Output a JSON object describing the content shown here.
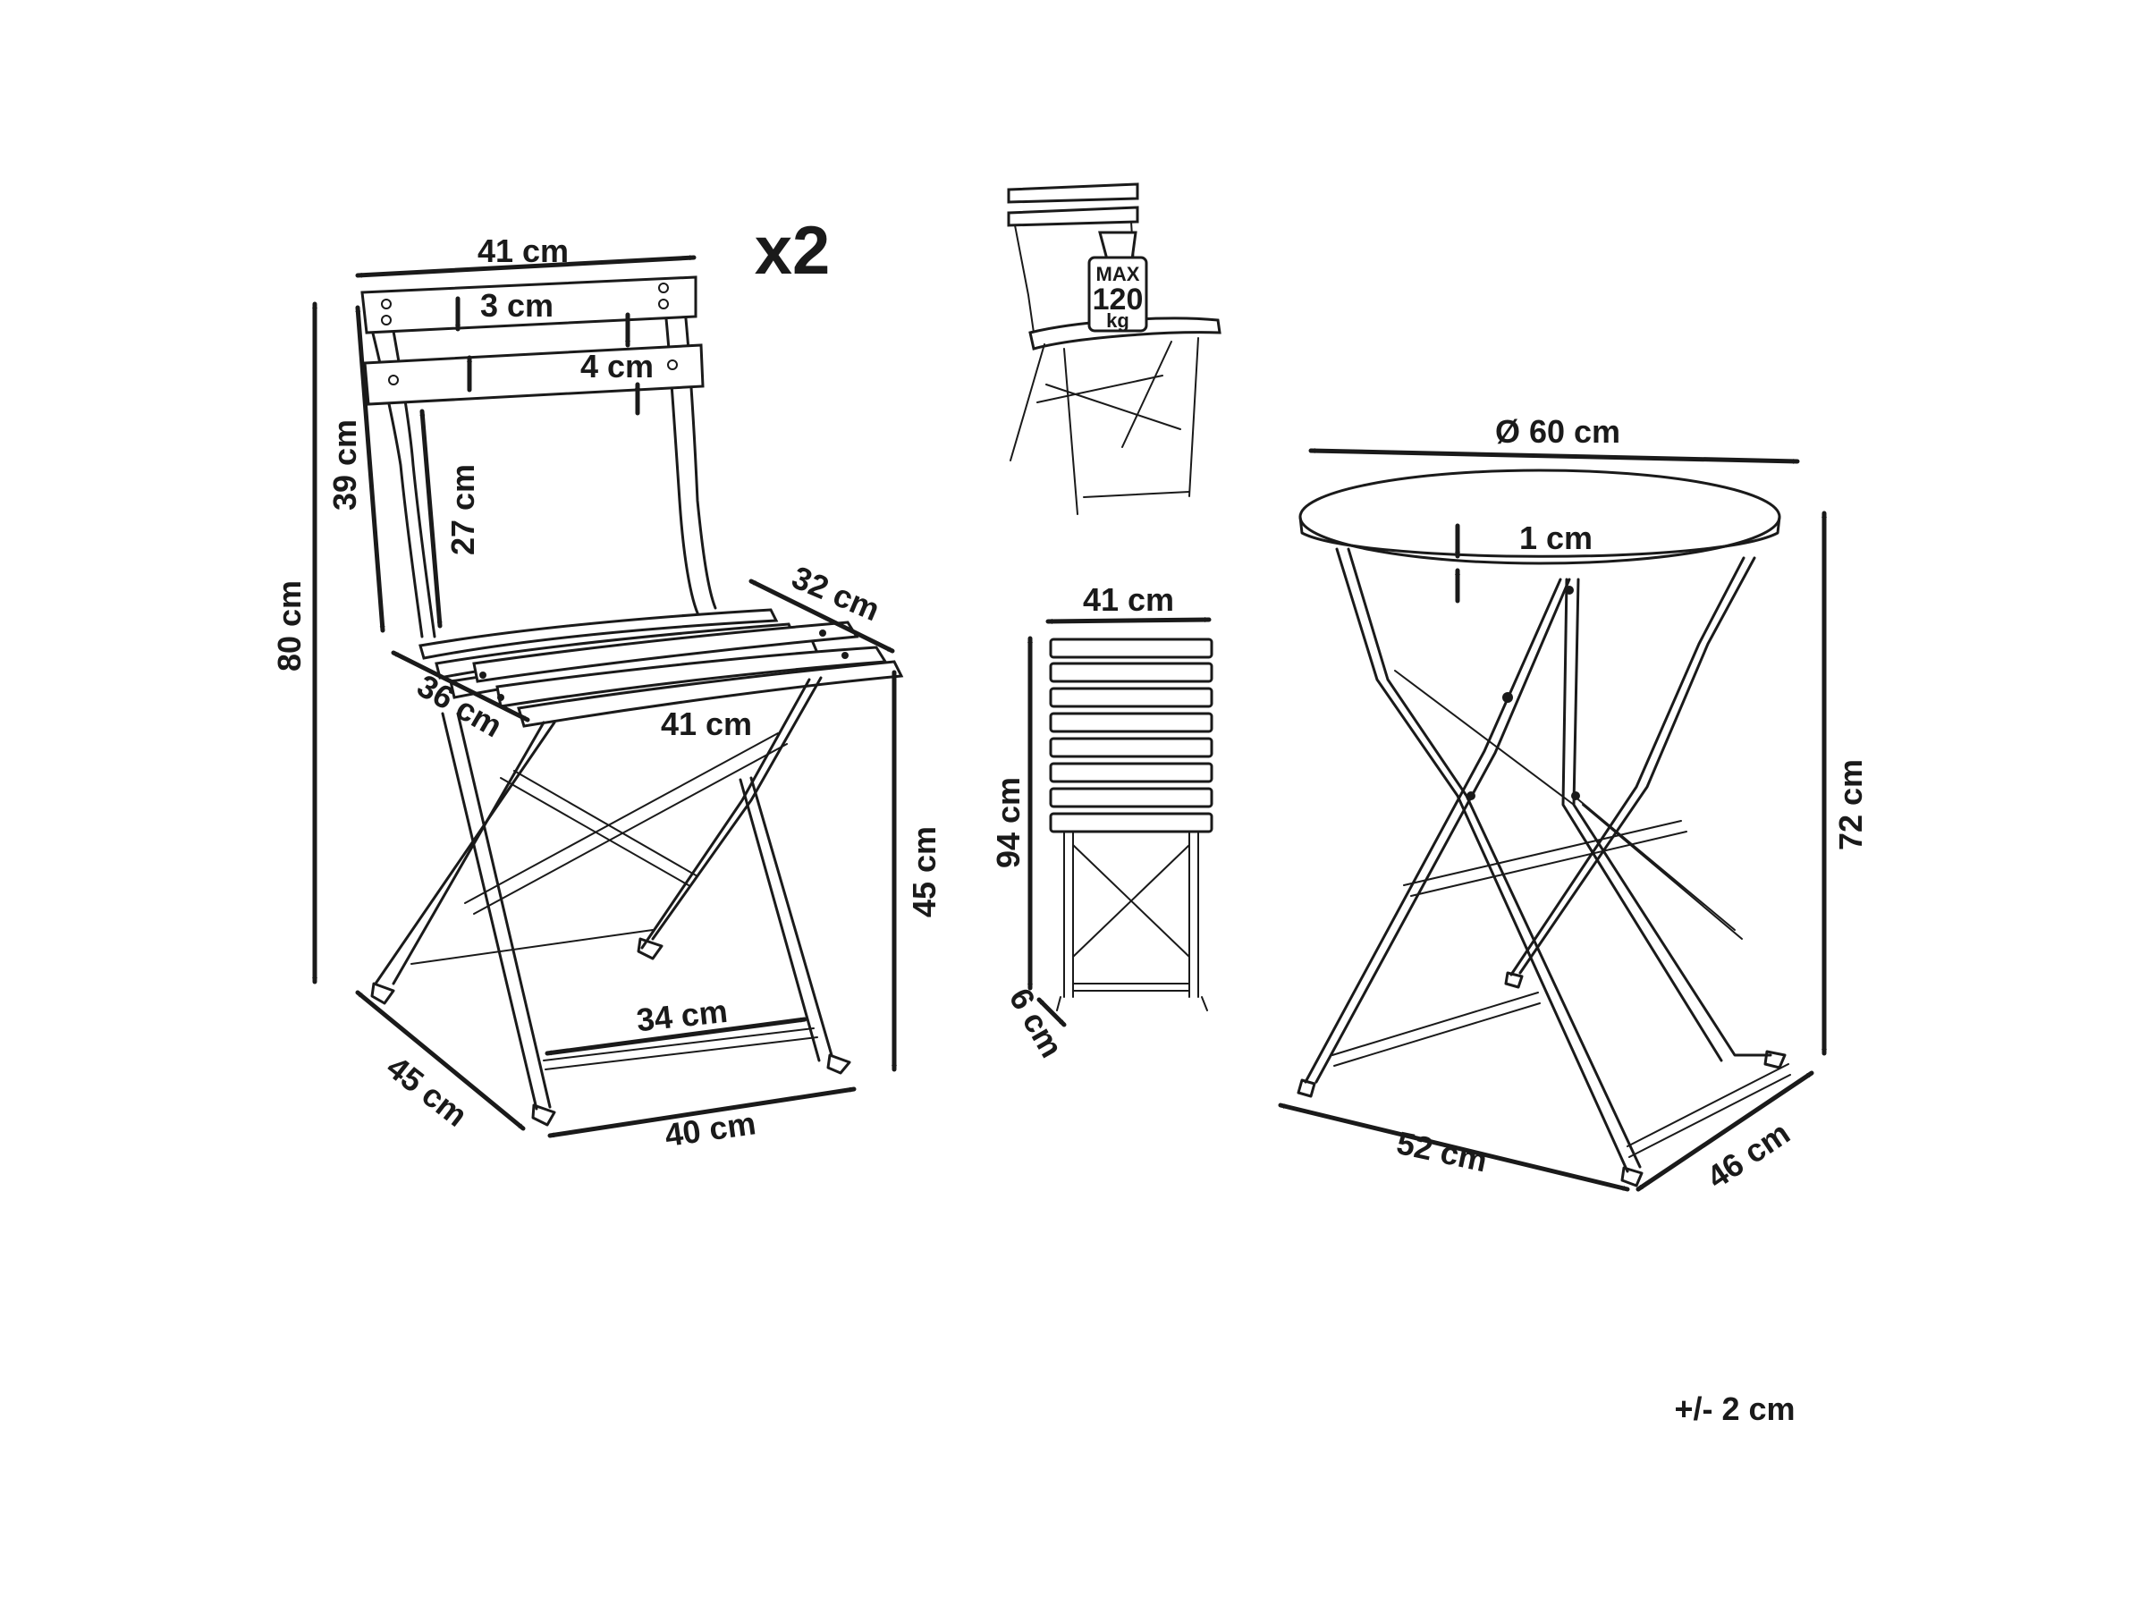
{
  "quantity": "x2",
  "tolerance": "+/- 2 cm",
  "weight_badge": {
    "line1": "MAX",
    "line2": "120",
    "line3": "kg"
  },
  "chair": {
    "width_top": "41 cm",
    "slat_gap": "3 cm",
    "slat_height": "4 cm",
    "back_height": "39 cm",
    "back_gap": "27 cm",
    "total_height": "80 cm",
    "seat_depth_side": "32 cm",
    "seat_depth": "36 cm",
    "seat_width": "41 cm",
    "seat_height": "45 cm",
    "rail_width": "34 cm",
    "foot_depth": "45 cm",
    "foot_width": "40 cm"
  },
  "folded_chair": {
    "width": "41 cm",
    "height": "94 cm",
    "thickness": "6 cm"
  },
  "table": {
    "diameter": "Ø 60 cm",
    "top_thickness": "1 cm",
    "height": "72 cm",
    "base_width": "52 cm",
    "base_depth": "46 cm"
  },
  "colors": {
    "line": "#1a1a1a",
    "background": "#ffffff"
  }
}
